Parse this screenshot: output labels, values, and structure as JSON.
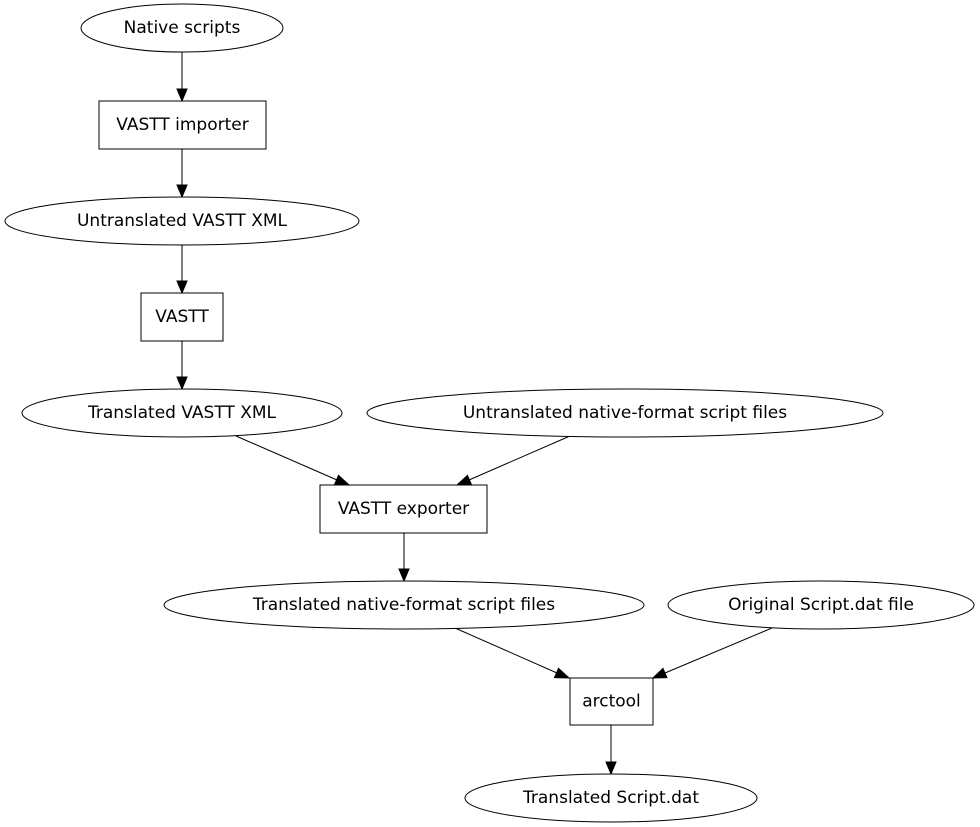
{
  "nodes": {
    "native_scripts": "Native scripts",
    "vastt_importer": "VASTT importer",
    "untranslated_vastt_xml": "Untranslated VASTT XML",
    "vastt": "VASTT",
    "translated_vastt_xml": "Translated VASTT XML",
    "untranslated_native_files": "Untranslated native-format script files",
    "vastt_exporter": "VASTT exporter",
    "translated_native_files": "Translated native-format script files",
    "original_script_dat": "Original Script.dat file",
    "arctool": "arctool",
    "translated_script_dat": "Translated Script.dat"
  }
}
